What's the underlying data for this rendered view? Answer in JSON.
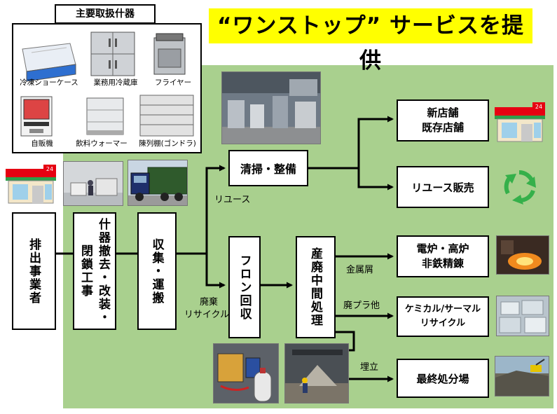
{
  "title": "“ワンストップ” サービスを提供",
  "equipment": {
    "header": "主要取扱什器",
    "items": [
      {
        "label": "冷凍ショーケース"
      },
      {
        "label": "業務用冷蔵庫"
      },
      {
        "label": "フライヤー"
      },
      {
        "label": "自販機"
      },
      {
        "label": "飲料ウォーマー"
      },
      {
        "label": "陳列棚(ゴンドラ)"
      }
    ]
  },
  "nodes": {
    "emitter": "排出事業者",
    "removal": "什器撤去・改装・閉鎖工事",
    "transport": "収集・運搬",
    "cleaning": "清掃・整備",
    "freon": "フロン回収",
    "intermediate": "産廃中間処理",
    "new_store_line1": "新店舗",
    "new_store_line2": "既存店舗",
    "reuse_sales": "リユース販売",
    "furnace_line1": "電炉・高炉",
    "furnace_line2": "非鉄精錬",
    "chem_line1": "ケミカル/サーマル",
    "chem_line2": "リサイクル",
    "landfill": "最終処分場"
  },
  "edge_labels": {
    "reuse": "リユース",
    "waste_line1": "廃棄",
    "waste_line2": "リサイクル",
    "metal": "金属屑",
    "plastic": "廃プラ他",
    "landfill": "埋立"
  },
  "store_badge": "24",
  "colors": {
    "background_green": "#a9d08e",
    "title_yellow": "#ffff00",
    "store_red": "#e60012",
    "store_green": "#2e9e4b",
    "reuse_green": "#35b04a"
  }
}
